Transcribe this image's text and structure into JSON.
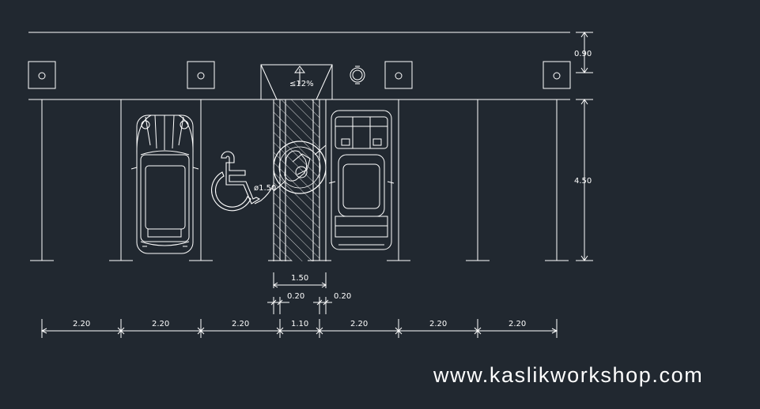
{
  "colors": {
    "background": "#212830",
    "line": "#ffffff"
  },
  "drawing": {
    "top_dimension": "0.90",
    "right_dimension": "4.50",
    "slope_label": "≤12%",
    "turning_circle_label": "ø1.50",
    "access_width": "1.50",
    "left_margin": "0.20",
    "right_margin": "0.20",
    "bottom_dimensions": [
      "2.20",
      "2.20",
      "2.20",
      "1.10",
      "2.20",
      "2.20",
      "2.20"
    ]
  },
  "icons": [
    "wheelchair-accessibility-icon",
    "wheelchair-user-icon",
    "car-top-view",
    "parking-column",
    "light-fixture"
  ],
  "footer": {
    "website": "www.kaslikworkshop.com"
  }
}
